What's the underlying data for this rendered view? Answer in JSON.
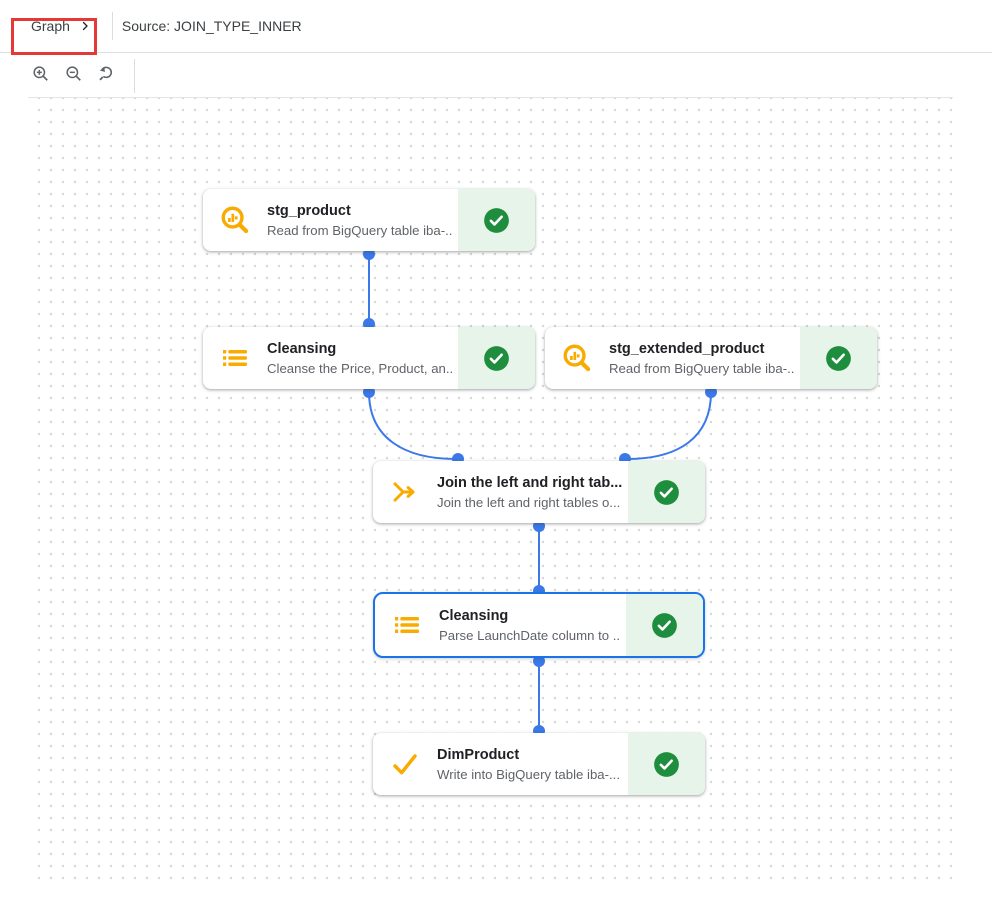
{
  "breadcrumb": [
    {
      "label": "Graph"
    },
    {
      "label": "Source: JOIN_TYPE_INNER"
    }
  ],
  "toolbar": {
    "buttons": [
      {
        "icon": "zoom-in-icon"
      },
      {
        "icon": "zoom-out-icon"
      },
      {
        "icon": "reset-zoom-icon"
      }
    ]
  },
  "nodes": [
    {
      "title": "stg_product",
      "subtitle": "Read from BigQuery table iba-...",
      "icon": "search-insights-icon",
      "status": "success",
      "selected": false
    },
    {
      "title": "Cleansing",
      "subtitle": "Cleanse the Price, Product, an...",
      "icon": "list-icon",
      "status": "success",
      "selected": false
    },
    {
      "title": "stg_extended_product",
      "subtitle": "Read from BigQuery table iba-...",
      "icon": "search-insights-icon",
      "status": "success",
      "selected": false
    },
    {
      "title": "Join the left and right tab...",
      "subtitle": "Join the left and right tables o...",
      "icon": "join-icon",
      "status": "success",
      "selected": false
    },
    {
      "title": "Cleansing",
      "subtitle": "Parse LaunchDate column to ...",
      "icon": "list-icon",
      "status": "success",
      "selected": true
    },
    {
      "title": "DimProduct",
      "subtitle": "Write into BigQuery table iba-...",
      "icon": "check-icon",
      "status": "success",
      "selected": false
    }
  ],
  "colors": {
    "node_icon_yellow": "#f9ab00",
    "success_green": "#1e8e3e",
    "success_background": "#e6f4ea",
    "edge_blue": "#3b78e8",
    "selection_blue": "#1a73e8",
    "annotation_red": "#e53935"
  }
}
